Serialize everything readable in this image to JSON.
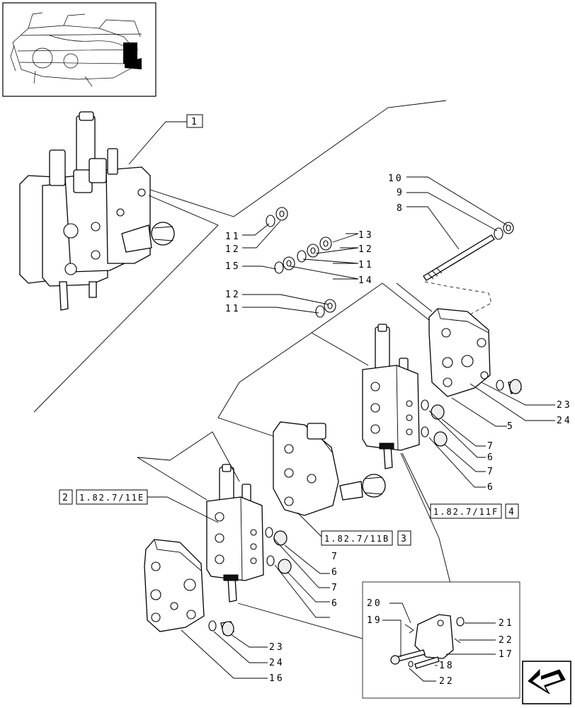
{
  "callouts": {
    "c1": "1",
    "c2": "2",
    "c3": "3",
    "c4": "4",
    "n10": "10",
    "n9": "9",
    "n8": "8",
    "n11a": "11",
    "n12a": "12",
    "n13": "13",
    "n12b": "12",
    "n15": "15",
    "n11b": "11",
    "n14": "14",
    "n12c": "12",
    "n11c": "11",
    "n23a": "23",
    "n24a": "24",
    "n5": "5",
    "n7a": "7",
    "n6a": "6",
    "n7b": "7",
    "n6b": "6",
    "n7c": "7",
    "n6c": "6",
    "n7d": "7",
    "n6d": "6",
    "n23b": "23",
    "n24b": "24",
    "n16": "16",
    "n20": "20",
    "n19": "19",
    "n21": "21",
    "n22a": "22",
    "n17": "17",
    "n18": "18",
    "n22b": "22"
  },
  "refs": {
    "r11E": "1.82.7/11E",
    "r11F": "1.82.7/11F",
    "r11B": "1.82.7/11B"
  },
  "icons": {
    "overview": "tractor-overview-thumbnail",
    "nav": "back-arrow-icon"
  }
}
